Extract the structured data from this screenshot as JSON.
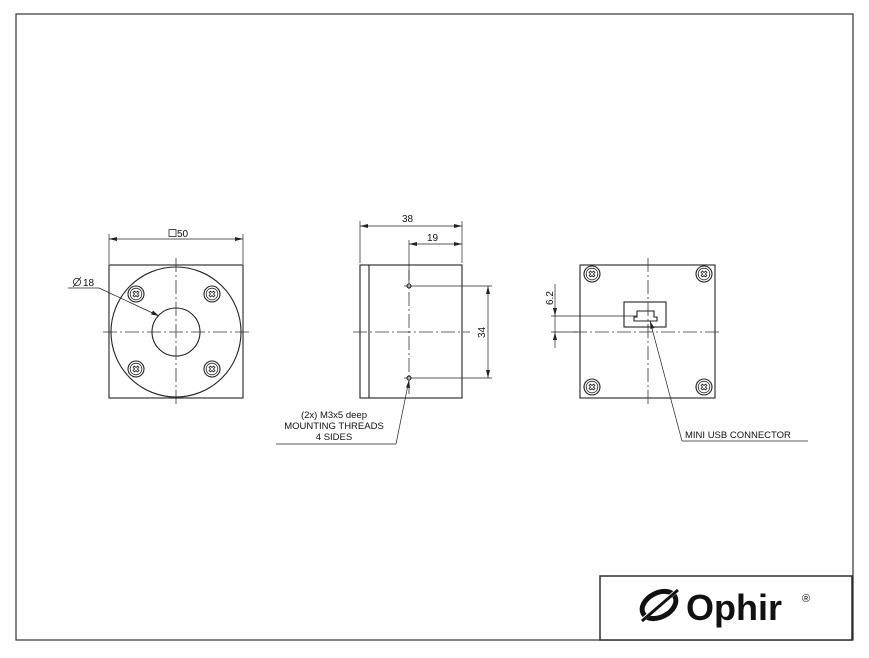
{
  "views": {
    "front": {
      "square_label": "50",
      "diameter_label": "18"
    },
    "side": {
      "overall_length": "38",
      "thread_offset": "19",
      "thread_spacing": "34",
      "note_line1": "(2x) M3x5 deep",
      "note_line2": "MOUNTING THREADS",
      "note_line3": "4 SIDES"
    },
    "rear": {
      "connector_offset": "6.2",
      "connector_label": "MINI USB CONNECTOR"
    }
  },
  "title_block": {
    "brand": "Ophir",
    "registered_mark": "®"
  },
  "colors": {
    "line": "#222222",
    "background": "#ffffff"
  }
}
